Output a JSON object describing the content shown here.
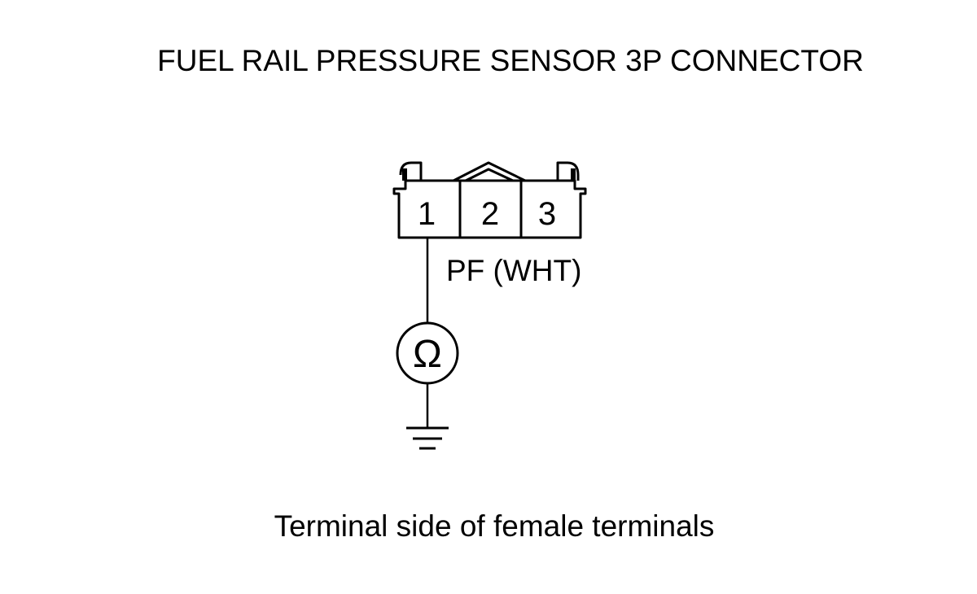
{
  "title": "FUEL RAIL PRESSURE SENSOR 3P CONNECTOR",
  "connector": {
    "terminals": [
      "1",
      "2",
      "3"
    ]
  },
  "wire_label": "PF (WHT)",
  "meter_symbol": "Ω",
  "meter_icon": "ohmmeter-icon",
  "ground_icon": "ground-icon",
  "caption": "Terminal side of female terminals",
  "colors": {
    "line": "#000000",
    "background": "#ffffff"
  }
}
